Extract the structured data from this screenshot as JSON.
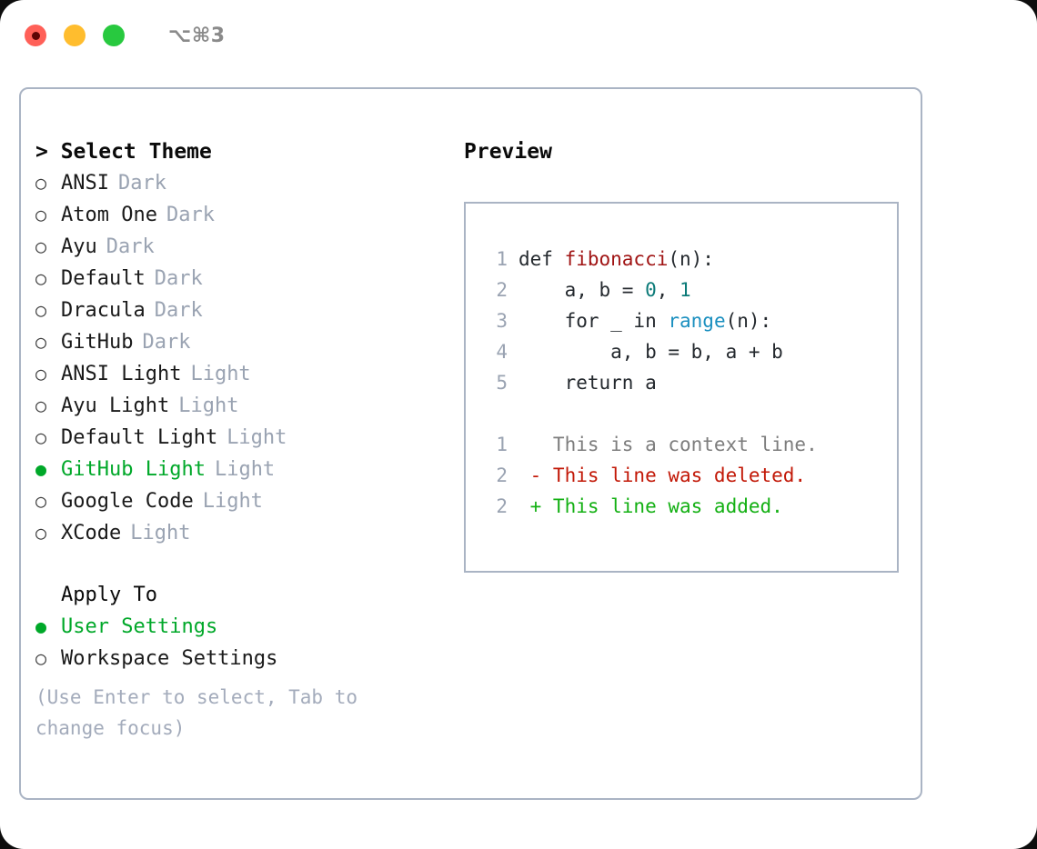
{
  "titlebar": {
    "shortcut": "⌥⌘3",
    "buttons": {
      "close": "close",
      "minimize": "minimize",
      "zoom": "zoom"
    }
  },
  "theme_list": {
    "heading": "> Select Theme",
    "marker_unselected": "○",
    "marker_selected": "●",
    "items": [
      {
        "name": "ANSI",
        "variant": "Dark",
        "selected": false
      },
      {
        "name": "Atom One",
        "variant": "Dark",
        "selected": false
      },
      {
        "name": "Ayu",
        "variant": "Dark",
        "selected": false
      },
      {
        "name": "Default",
        "variant": "Dark",
        "selected": false
      },
      {
        "name": "Dracula",
        "variant": "Dark",
        "selected": false
      },
      {
        "name": "GitHub",
        "variant": "Dark",
        "selected": false
      },
      {
        "name": "ANSI Light",
        "variant": "Light",
        "selected": false
      },
      {
        "name": "Ayu Light",
        "variant": "Light",
        "selected": false
      },
      {
        "name": "Default Light",
        "variant": "Light",
        "selected": false
      },
      {
        "name": "GitHub Light",
        "variant": "Light",
        "selected": true
      },
      {
        "name": "Google Code",
        "variant": "Light",
        "selected": false
      },
      {
        "name": "XCode",
        "variant": "Light",
        "selected": false
      }
    ]
  },
  "apply_to": {
    "heading": "Apply To",
    "items": [
      {
        "name": "User Settings",
        "selected": true
      },
      {
        "name": "Workspace Settings",
        "selected": false
      }
    ]
  },
  "hint": "(Use Enter to select, Tab to change focus)",
  "preview": {
    "heading": "Preview",
    "code": [
      {
        "no": "1",
        "parts": [
          {
            "t": "def ",
            "c": "kw"
          },
          {
            "t": "fibonacci",
            "c": "fn"
          },
          {
            "t": "(n):",
            "c": "plain"
          }
        ]
      },
      {
        "no": "2",
        "parts": [
          {
            "t": "    a, b = ",
            "c": "plain"
          },
          {
            "t": "0",
            "c": "num"
          },
          {
            "t": ", ",
            "c": "plain"
          },
          {
            "t": "1",
            "c": "num"
          }
        ]
      },
      {
        "no": "3",
        "parts": [
          {
            "t": "    for _ in ",
            "c": "plain"
          },
          {
            "t": "range",
            "c": "call"
          },
          {
            "t": "(n):",
            "c": "plain"
          }
        ]
      },
      {
        "no": "4",
        "parts": [
          {
            "t": "        a, b = b, a + b",
            "c": "plain"
          }
        ]
      },
      {
        "no": "5",
        "parts": [
          {
            "t": "    return a",
            "c": "plain"
          }
        ]
      }
    ],
    "diff": [
      {
        "no": "1",
        "sign": " ",
        "text": "This is a context line.",
        "kind": "context"
      },
      {
        "no": "2",
        "sign": "-",
        "text": "This line was deleted.",
        "kind": "del"
      },
      {
        "no": "2",
        "sign": "+",
        "text": "This line was added.",
        "kind": "add"
      }
    ]
  },
  "colors": {
    "accent_green": "#00a829",
    "border": "#aab4c4",
    "muted": "#9aa3b2",
    "hint": "#a3abbb",
    "diff_add": "#13b013",
    "diff_del": "#c21807",
    "code_fn": "#a01414",
    "code_num": "#0b7a78",
    "code_call": "#1a8fbf",
    "light_red": "#ff6058",
    "light_yellow": "#ffbd2e",
    "light_green": "#28c93f"
  }
}
